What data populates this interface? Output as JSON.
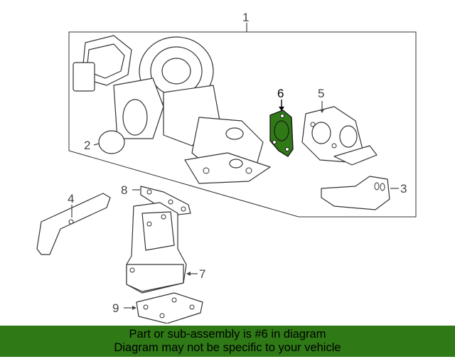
{
  "diagram": {
    "callouts": {
      "c1": "1",
      "c2": "2",
      "c3": "3",
      "c4": "4",
      "c5": "5",
      "c6": "6",
      "c7": "7",
      "c8": "8",
      "c9": "9"
    },
    "highlight_color": "#2f7a16",
    "highlighted_part": "6"
  },
  "banner": {
    "line1": "Part or sub-assembly is #6 in diagram",
    "line2": "Diagram may not be specific to your vehicle",
    "background": "#2f7a16"
  }
}
